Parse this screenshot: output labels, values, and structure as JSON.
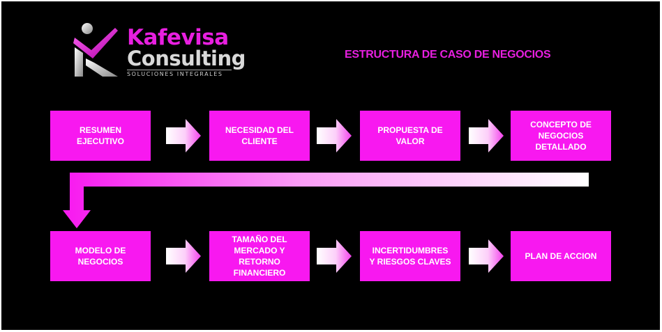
{
  "brand": {
    "name": "Kafevisa",
    "subtitle": "Consulting",
    "tagline": "SOLUCIONES INTEGRALES",
    "colors": {
      "primary": "#e81fe0",
      "secondary": "#d9d9d9"
    }
  },
  "title": "ESTRUCTURA DE CASO DE NEGOCIOS",
  "colors": {
    "box": "#f818f0",
    "background": "#000000",
    "arrow_light": "#ffffff",
    "arrow_pink": "#f818f0"
  },
  "steps": [
    {
      "label": "RESUMEN\nEJECUTIVO"
    },
    {
      "label": "NECESIDAD DEL\nCLIENTE"
    },
    {
      "label": "PROPUESTA DE\nVALOR"
    },
    {
      "label": "CONCEPTO DE\nNEGOCIOS\nDETALLADO"
    },
    {
      "label": "MODELO DE\nNEGOCIOS"
    },
    {
      "label": "TAMAÑO DEL\nMERCADO Y\nRETORNO\nFINANCIERO"
    },
    {
      "label": "INCERTIDUMBRES\nY RIESGOS CLAVES"
    },
    {
      "label": "PLAN DE ACCION"
    }
  ]
}
